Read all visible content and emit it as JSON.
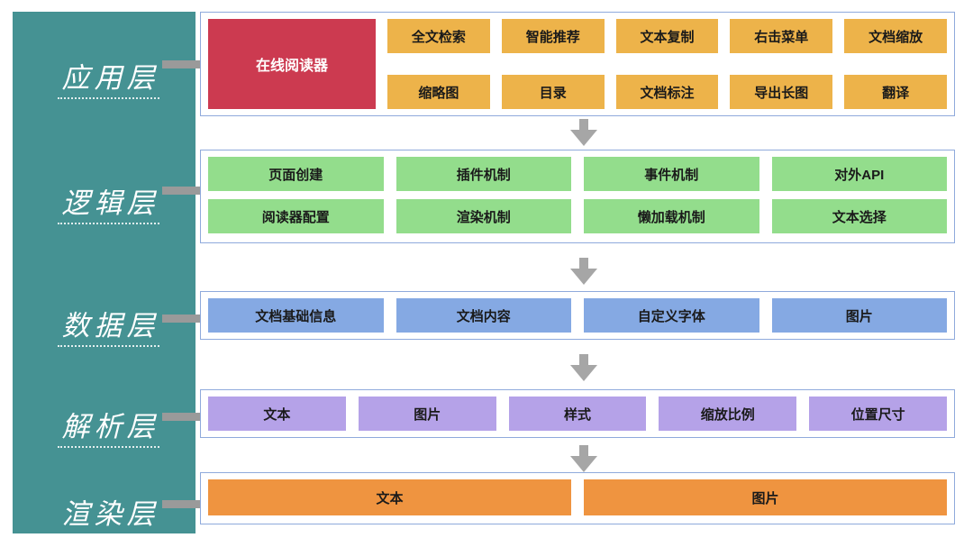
{
  "diagram": {
    "title": "Online reader layered architecture",
    "colors": {
      "rail": "#459293",
      "panel_border": "#8faadc",
      "hero_red": "#cc3a50",
      "app_amber": "#edb34a",
      "logic_green": "#93dd8c",
      "data_blue": "#85a9e3",
      "parse_purple": "#b5a2e8",
      "render_orange": "#ef9440",
      "arrow_gray": "#9a9a9a"
    },
    "rail_labels": [
      {
        "text": "应用层"
      },
      {
        "text": "逻辑层"
      },
      {
        "text": "数据层"
      },
      {
        "text": "解析层"
      },
      {
        "text": "渲染层"
      }
    ],
    "layers": [
      {
        "id": "application",
        "label": "应用层",
        "hero": "在线阅读器",
        "rows": [
          [
            "全文检索",
            "智能推荐",
            "文本复制",
            "右击菜单",
            "文档缩放"
          ],
          [
            "缩略图",
            "目录",
            "文档标注",
            "导出长图",
            "翻译"
          ]
        ]
      },
      {
        "id": "logic",
        "label": "逻辑层",
        "rows": [
          [
            "页面创建",
            "插件机制",
            "事件机制",
            "对外API"
          ],
          [
            "阅读器配置",
            "渲染机制",
            "懒加载机制",
            "文本选择"
          ]
        ]
      },
      {
        "id": "data",
        "label": "数据层",
        "rows": [
          [
            "文档基础信息",
            "文档内容",
            "自定义字体",
            "图片"
          ]
        ]
      },
      {
        "id": "parse",
        "label": "解析层",
        "rows": [
          [
            "文本",
            "图片",
            "样式",
            "缩放比例",
            "位置尺寸"
          ]
        ]
      },
      {
        "id": "render",
        "label": "渲染层",
        "rows": [
          [
            "文本",
            "图片"
          ]
        ]
      }
    ]
  }
}
